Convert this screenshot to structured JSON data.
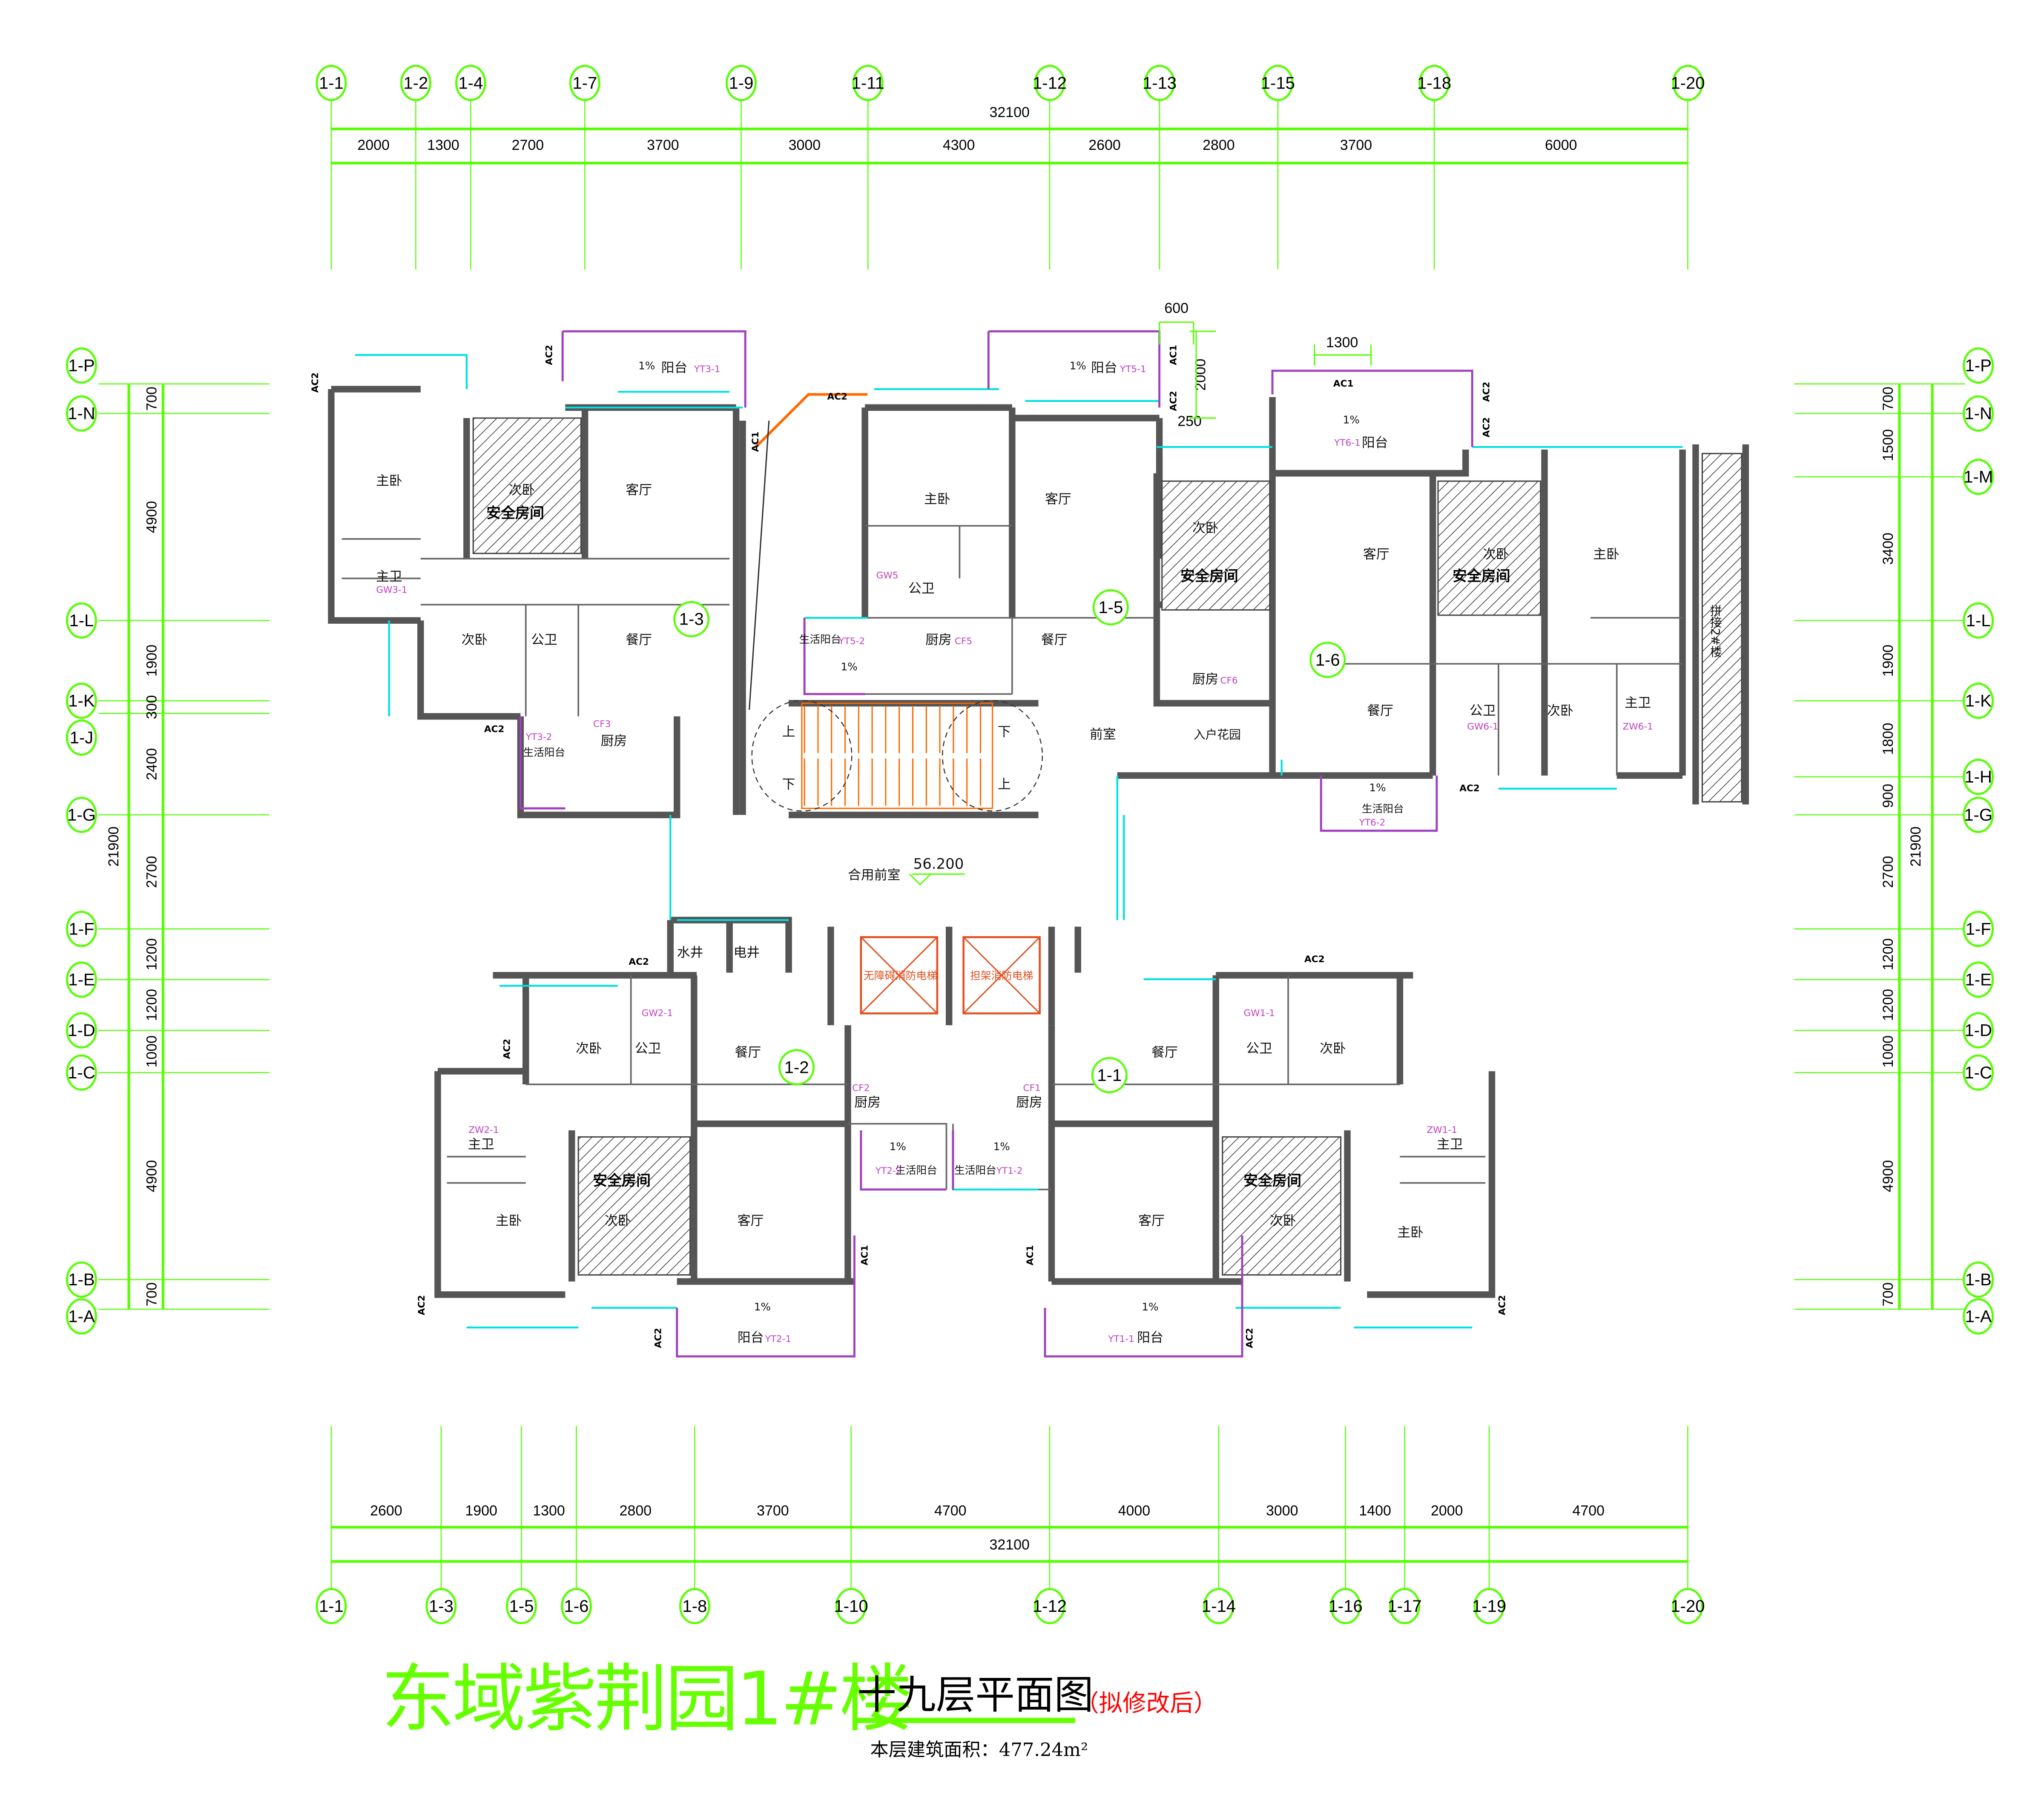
{
  "title": {
    "project": "东域紫荆园1#楼",
    "drawing": "十九层平面图",
    "note": "（拟修改后）",
    "area_label": "本层建筑面积：",
    "area_value": "477.24m²"
  },
  "axes": {
    "top": {
      "labels": [
        "1-1",
        "1-2",
        "1-4",
        "1-7",
        "1-9",
        "1-11",
        "1-12",
        "1-13",
        "1-15",
        "1-18",
        "1-20"
      ],
      "dims": [
        2000,
        1300,
        2700,
        3700,
        3000,
        4300,
        2600,
        2800,
        3700,
        6000
      ],
      "total": "32100"
    },
    "bottom": {
      "labels": [
        "1-1",
        "1-3",
        "1-5",
        "1-6",
        "1-8",
        "1-10",
        "1-12",
        "1-14",
        "1-16",
        "1-17",
        "1-19",
        "1-20"
      ],
      "dims": [
        2600,
        1900,
        1300,
        2800,
        3700,
        4700,
        4000,
        3000,
        1400,
        2000,
        4700
      ],
      "total": "32100"
    },
    "left": {
      "labels": [
        "1-P",
        "1-N",
        "1-L",
        "1-K",
        "1-J",
        "1-G",
        "1-F",
        "1-E",
        "1-D",
        "1-C",
        "1-B",
        "1-A"
      ],
      "dims": [
        700,
        4900,
        1900,
        300,
        2400,
        2700,
        1200,
        1200,
        1000,
        4900,
        700
      ],
      "total": "21900"
    },
    "right": {
      "labels": [
        "1-P",
        "1-N",
        "1-M",
        "1-L",
        "1-K",
        "1-H",
        "1-G",
        "1-F",
        "1-E",
        "1-D",
        "1-C",
        "1-B",
        "1-A"
      ],
      "dims": [
        700,
        1500,
        3400,
        1900,
        1800,
        900,
        2700,
        1200,
        1200,
        1000,
        4900,
        700
      ],
      "total": "21900"
    }
  },
  "local_dims": [
    "600",
    "2000",
    "250",
    "1300"
  ],
  "units": [
    "1-3",
    "1-5",
    "1-6",
    "1-2",
    "1-1"
  ],
  "rooms": {
    "master_bed": "主卧",
    "second_bed": "次卧",
    "safe_room": "安全房间",
    "living": "客厅",
    "master_bath": "主卫",
    "public_bath": "公卫",
    "dining": "餐厅",
    "kitchen": "厨房",
    "utility_balcony": "生活阳台",
    "balcony": "阳台",
    "entry_garden": "入户花园",
    "front_room": "前室",
    "shared_front_room": "合用前室",
    "water_shaft": "水井",
    "electric_shaft": "电井",
    "accessible_elevator": "无障碍消防电梯",
    "stretcher_elevator": "担架消防电梯",
    "stair_up": "上",
    "stair_down": "下",
    "joint_building": "拼接2#楼"
  },
  "codes": [
    "YT3-1",
    "GW3-1",
    "CF3",
    "YT3-2",
    "YT5-1",
    "YT5-2",
    "CF5",
    "GW5",
    "YT6-1",
    "CF6",
    "GW6-1",
    "ZW6-1",
    "YT6-2",
    "GW2-1",
    "ZW2-1",
    "CF2",
    "YT2-2",
    "YT2-1",
    "GW1-1",
    "ZW1-1",
    "CF1",
    "YT1-2",
    "YT1-1"
  ],
  "slope": "1%",
  "ac": {
    "ac1": "AC1",
    "ac2": "AC2"
  },
  "elevation": "56.200",
  "colors": {
    "grid": "#55ff00",
    "wall": "#555555",
    "window": "#00e0e0",
    "balcony": "#a040c0",
    "stair": "#ff6a00",
    "note": "#ff0000"
  }
}
